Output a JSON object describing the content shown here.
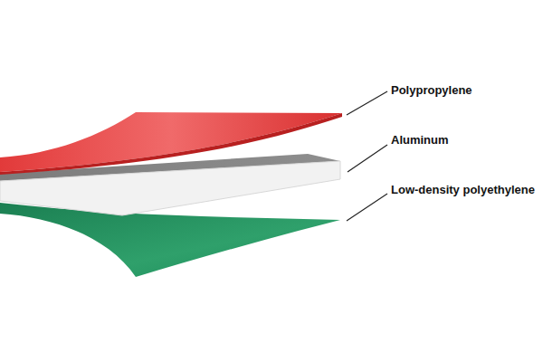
{
  "diagram": {
    "labels": [
      "Polypropylene",
      "Aluminum",
      "Low-density polyethylene"
    ]
  }
}
